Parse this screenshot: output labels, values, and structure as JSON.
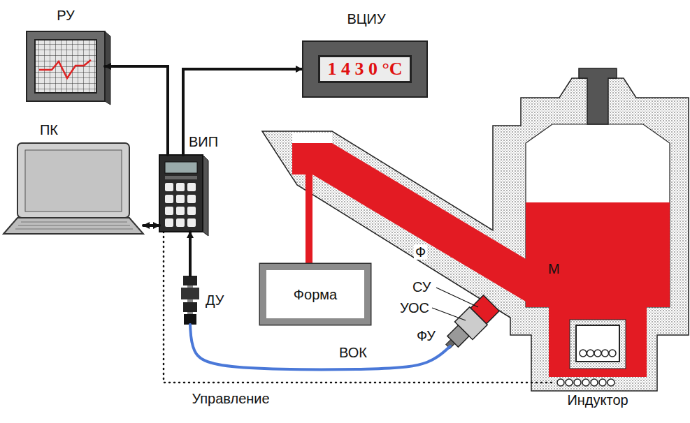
{
  "diagram": {
    "nodes": [
      {
        "text": [
          "РУ"
        ]
      },
      {
        "text": [
          "ВЦИУ",
          "1 4 3 0 °C"
        ]
      },
      {
        "text": [
          "ПК"
        ]
      },
      {
        "text": [
          "ВИП"
        ]
      },
      {
        "text": [
          "ДУ"
        ]
      },
      {
        "text": [
          "Форма"
        ]
      },
      {
        "text": [
          "ФУ"
        ]
      },
      {
        "text": [
          "Индуктор"
        ]
      }
    ],
    "edges": [
      {
        "from": 3,
        "to": 0,
        "arrow": "to"
      },
      {
        "from": 3,
        "to": 1,
        "arrow": "to"
      },
      {
        "from": 2,
        "to": 3,
        "arrow": "both"
      },
      {
        "from": 4,
        "to": 3,
        "arrow": "to"
      },
      {
        "from": 4,
        "to": 6,
        "label": "ВОК",
        "arrow": "none"
      },
      {
        "from": 3,
        "to": 7,
        "label": "Управление",
        "arrow": "none"
      }
    ],
    "labels": [
      "Ф",
      "СУ",
      "УОС",
      "М"
    ]
  }
}
